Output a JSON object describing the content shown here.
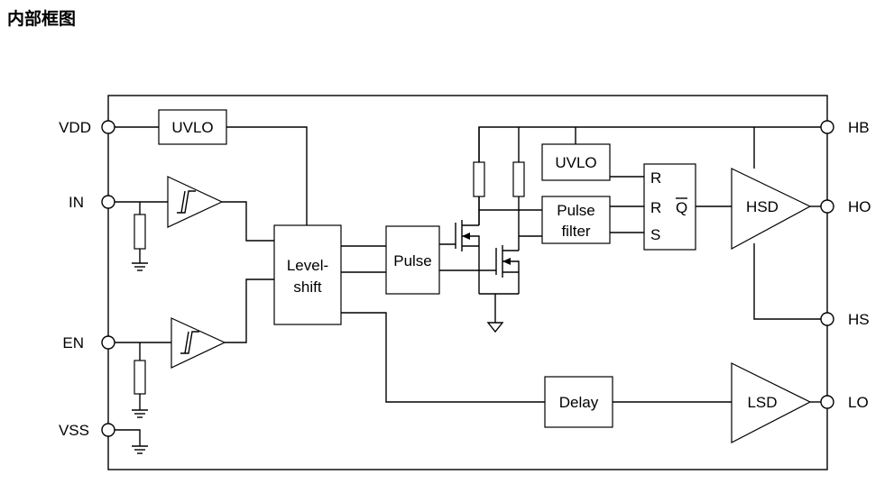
{
  "title": "内部框图",
  "pins": {
    "vdd": "VDD",
    "in": "IN",
    "en": "EN",
    "vss": "VSS",
    "hb": "HB",
    "ho": "HO",
    "hs": "HS",
    "lo": "LO"
  },
  "blocks": {
    "uvlo_vdd": "UVLO",
    "uvlo_hb": "UVLO",
    "levelshift_line1": "Level-",
    "levelshift_line2": "shift",
    "pulse": "Pulse",
    "pulsefilter_line1": "Pulse",
    "pulsefilter_line2": "filter",
    "latch_r1": "R",
    "latch_r2": "R",
    "latch_s": "S",
    "latch_qbar": "Q",
    "hsd": "HSD",
    "lsd": "LSD",
    "delay": "Delay"
  }
}
